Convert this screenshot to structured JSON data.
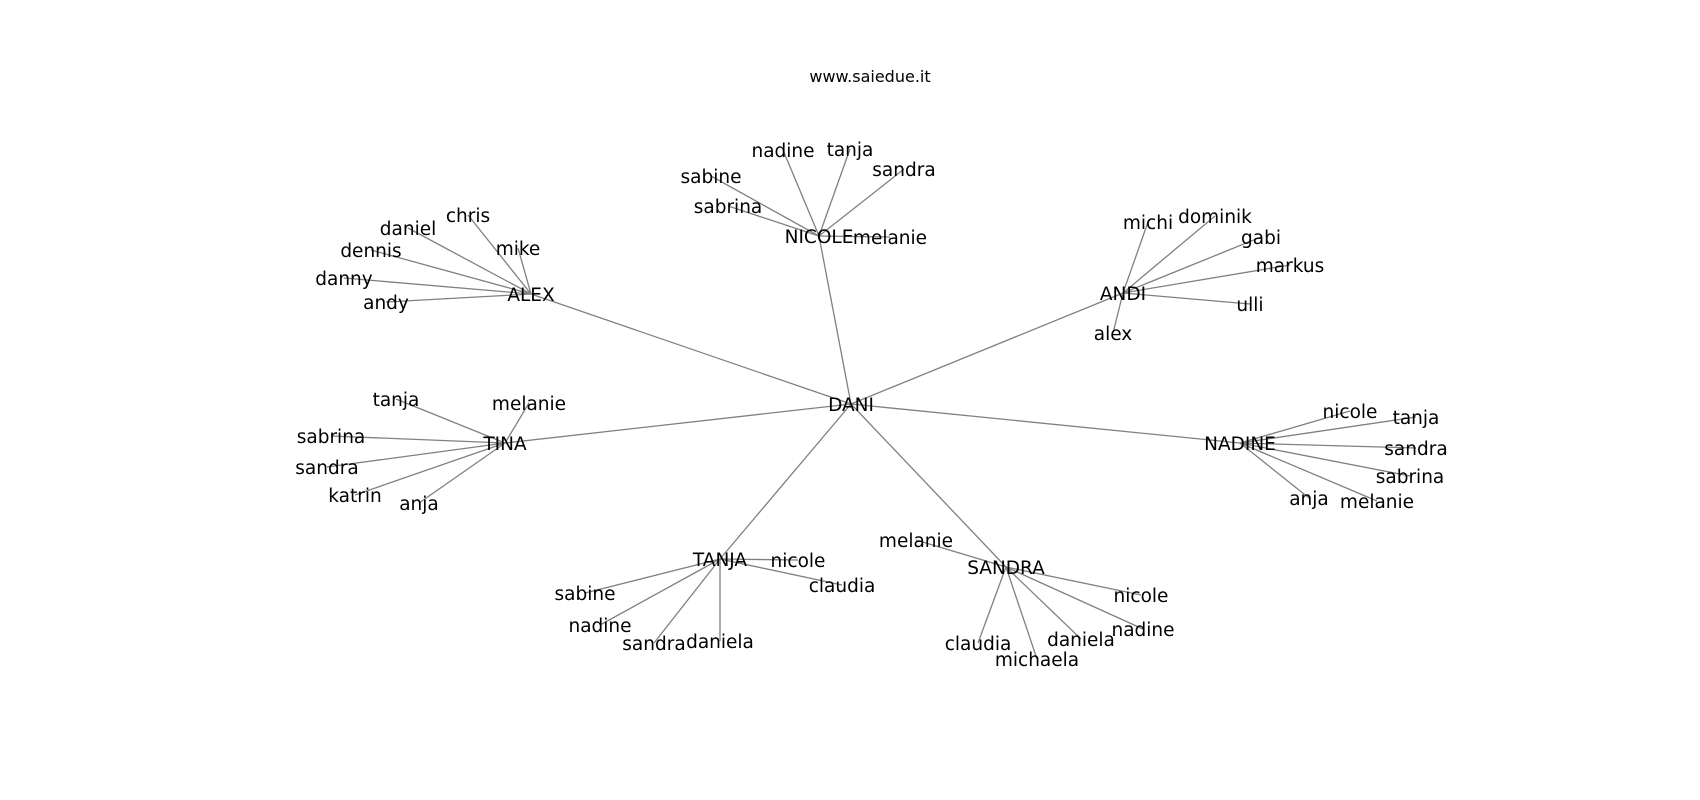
{
  "title": "www.saiedue.it",
  "colors": {
    "edge": "#808080",
    "text": "#000000",
    "background": "#ffffff"
  },
  "graph": {
    "center": "DANI",
    "hubs": [
      {
        "id": "NICOLE",
        "label": "NICOLE",
        "leaves": [
          {
            "id": "nicole-nadine",
            "label": "nadine"
          },
          {
            "id": "nicole-tanja",
            "label": "tanja"
          },
          {
            "id": "nicole-sandra",
            "label": "sandra"
          },
          {
            "id": "nicole-sabine",
            "label": "sabine"
          },
          {
            "id": "nicole-sabrina",
            "label": "sabrina"
          },
          {
            "id": "nicole-melanie",
            "label": "melanie"
          }
        ]
      },
      {
        "id": "ALEX",
        "label": "ALEX",
        "leaves": [
          {
            "id": "alex-chris",
            "label": "chris"
          },
          {
            "id": "alex-daniel",
            "label": "daniel"
          },
          {
            "id": "alex-dennis",
            "label": "dennis"
          },
          {
            "id": "alex-mike",
            "label": "mike"
          },
          {
            "id": "alex-danny",
            "label": "danny"
          },
          {
            "id": "alex-andy",
            "label": "andy"
          }
        ]
      },
      {
        "id": "ANDI",
        "label": "ANDI",
        "leaves": [
          {
            "id": "andi-michi",
            "label": "michi"
          },
          {
            "id": "andi-dominik",
            "label": "dominik"
          },
          {
            "id": "andi-gabi",
            "label": "gabi"
          },
          {
            "id": "andi-markus",
            "label": "markus"
          },
          {
            "id": "andi-ulli",
            "label": "ulli"
          },
          {
            "id": "andi-alex",
            "label": "alex"
          }
        ]
      },
      {
        "id": "TINA",
        "label": "TINA",
        "leaves": [
          {
            "id": "tina-tanja",
            "label": "tanja"
          },
          {
            "id": "tina-melanie",
            "label": "melanie"
          },
          {
            "id": "tina-sabrina",
            "label": "sabrina"
          },
          {
            "id": "tina-sandra",
            "label": "sandra"
          },
          {
            "id": "tina-katrin",
            "label": "katrin"
          },
          {
            "id": "tina-anja",
            "label": "anja"
          }
        ]
      },
      {
        "id": "NADINE",
        "label": "NADINE",
        "leaves": [
          {
            "id": "nadine-nicole",
            "label": "nicole"
          },
          {
            "id": "nadine-tanja",
            "label": "tanja"
          },
          {
            "id": "nadine-sandra",
            "label": "sandra"
          },
          {
            "id": "nadine-sabrina",
            "label": "sabrina"
          },
          {
            "id": "nadine-anja",
            "label": "anja"
          },
          {
            "id": "nadine-melanie",
            "label": "melanie"
          }
        ]
      },
      {
        "id": "TANJA",
        "label": "TANJA",
        "leaves": [
          {
            "id": "tanja-nicole",
            "label": "nicole"
          },
          {
            "id": "tanja-claudia",
            "label": "claudia"
          },
          {
            "id": "tanja-sabine",
            "label": "sabine"
          },
          {
            "id": "tanja-nadine",
            "label": "nadine"
          },
          {
            "id": "tanja-sandra",
            "label": "sandra"
          },
          {
            "id": "tanja-daniela",
            "label": "daniela"
          }
        ]
      },
      {
        "id": "SANDRA",
        "label": "SANDRA",
        "leaves": [
          {
            "id": "sandra-melanie",
            "label": "melanie"
          },
          {
            "id": "sandra-nicole",
            "label": "nicole"
          },
          {
            "id": "sandra-nadine",
            "label": "nadine"
          },
          {
            "id": "sandra-daniela",
            "label": "daniela"
          },
          {
            "id": "sandra-claudia",
            "label": "claudia"
          },
          {
            "id": "sandra-michaela",
            "label": "michaela"
          }
        ]
      }
    ]
  }
}
